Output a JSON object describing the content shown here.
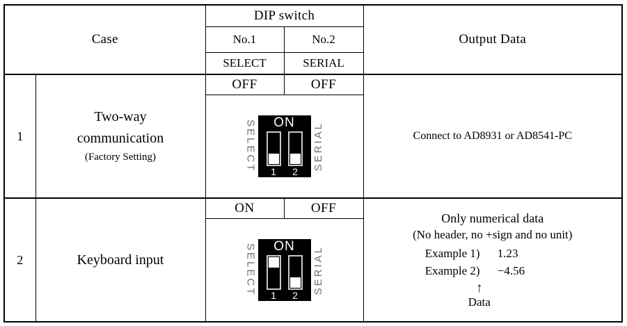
{
  "table": {
    "headers": {
      "case": "Case",
      "dip_switch": "DIP switch",
      "no1": "No.1",
      "no2": "No.2",
      "select": "SELECT",
      "serial": "SERIAL",
      "output_data": "Output Data"
    },
    "rows": [
      {
        "number": "1",
        "case_title_line1": "Two-way",
        "case_title_line2": "communication",
        "case_subtitle": "(Factory Setting)",
        "no1_state": "OFF",
        "no2_state": "OFF",
        "switch": {
          "on_label": "ON",
          "left_label": "SELECT",
          "right_label": "SERIAL",
          "num1": "1",
          "num2": "2",
          "slider1_position": "down",
          "slider2_position": "down"
        },
        "output": {
          "text": "Connect to AD8931 or AD8541-PC"
        }
      },
      {
        "number": "2",
        "case_title_line1": "Keyboard input",
        "case_title_line2": "",
        "case_subtitle": "",
        "no1_state": "ON",
        "no2_state": "OFF",
        "switch": {
          "on_label": "ON",
          "left_label": "SELECT",
          "right_label": "SERIAL",
          "num1": "1",
          "num2": "2",
          "slider1_position": "up",
          "slider2_position": "down"
        },
        "output": {
          "line1": "Only numerical data",
          "line2": "(No header, no +sign and no unit)",
          "example1_label": "Example 1)",
          "example1_value": "1.23",
          "example2_label": "Example 2)",
          "example2_value": "−4.56",
          "arrow": "↑",
          "arrow_caption": "Data"
        }
      }
    ]
  },
  "colors": {
    "border": "#000000",
    "background": "#ffffff",
    "switch_body": "#000000",
    "switch_slider": "#ffffff",
    "switch_outline": "#c9c9c9",
    "side_label": "#6f6f6f"
  }
}
